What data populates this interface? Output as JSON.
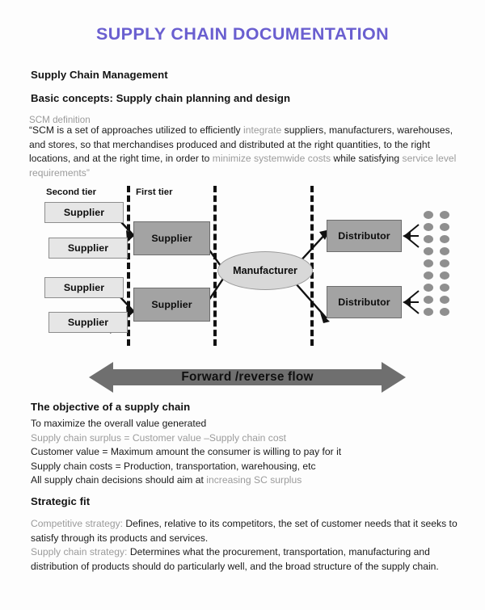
{
  "document": {
    "title": "SUPPLY CHAIN DOCUMENTATION",
    "title_color": "#6a5fd0",
    "background_color": "#fdfdfd"
  },
  "sections": {
    "scm": {
      "heading": "Supply Chain Management",
      "subheading": "Basic concepts: Supply chain planning and design",
      "definition_label": "SCM definition",
      "definition": {
        "p1_dark": "“SCM is a set of approaches utilized to efficiently ",
        "p2_muted": "integrate",
        "p3_dark": " suppliers, manufacturers, warehouses, and stores, so that merchandises produced and distributed at the right quantities, to the right locations, and at the right time, in order to ",
        "p4_muted": "minimize systemwide costs",
        "p5_dark": " while satisfying ",
        "p6_muted": "service level requirements”"
      }
    },
    "objective": {
      "heading": "The objective of a supply chain",
      "lines": [
        {
          "text": "To maximize the overall value generated",
          "style": "dark"
        },
        {
          "text": "Supply chain surplus = Customer value –Supply chain cost",
          "style": "muted"
        },
        {
          "text": "Customer value = Maximum amount the consumer is willing to pay for it",
          "style": "dark"
        },
        {
          "text": "Supply chain costs = Production, transportation, warehousing, etc",
          "style": "dark"
        },
        {
          "prefix_dark": "All supply chain decisions should aim at ",
          "suffix_muted": "increasing SC surplus",
          "style": "mixed"
        }
      ]
    },
    "strategic_fit": {
      "heading": "Strategic fit",
      "competitive": {
        "label": "Competitive strategy:",
        "body": " Defines, relative to its competitors, the set of customer needs that it seeks to satisfy through its products and services."
      },
      "supply_chain": {
        "label": "Supply chain strategy:",
        "body": " Determines what the procurement, transportation, manufacturing and distribution of products should do particularly well, and the broad structure of the supply chain."
      }
    }
  },
  "diagram": {
    "tier_labels": {
      "second": "Second tier",
      "first": "First tier"
    },
    "second_tier_suppliers": [
      {
        "label": "Supplier"
      },
      {
        "label": "Supplier"
      },
      {
        "label": "Supplier"
      },
      {
        "label": "Supplier"
      }
    ],
    "first_tier_suppliers": [
      {
        "label": "Supplier"
      },
      {
        "label": "Supplier"
      }
    ],
    "manufacturer": {
      "label": "Manufacturer"
    },
    "distributors": [
      {
        "label": "Distributor"
      },
      {
        "label": "Distributor"
      }
    ],
    "customers": {
      "rows": 9,
      "columns": 2,
      "color": "#8f8f8f"
    },
    "flow": {
      "label": "Forward /reverse flow",
      "color": "#6f6f6f"
    },
    "colors": {
      "light_node": "#e6e6e6",
      "dark_node": "#a3a3a3",
      "ellipse": "#d8d8d8",
      "line": "#111111"
    }
  }
}
